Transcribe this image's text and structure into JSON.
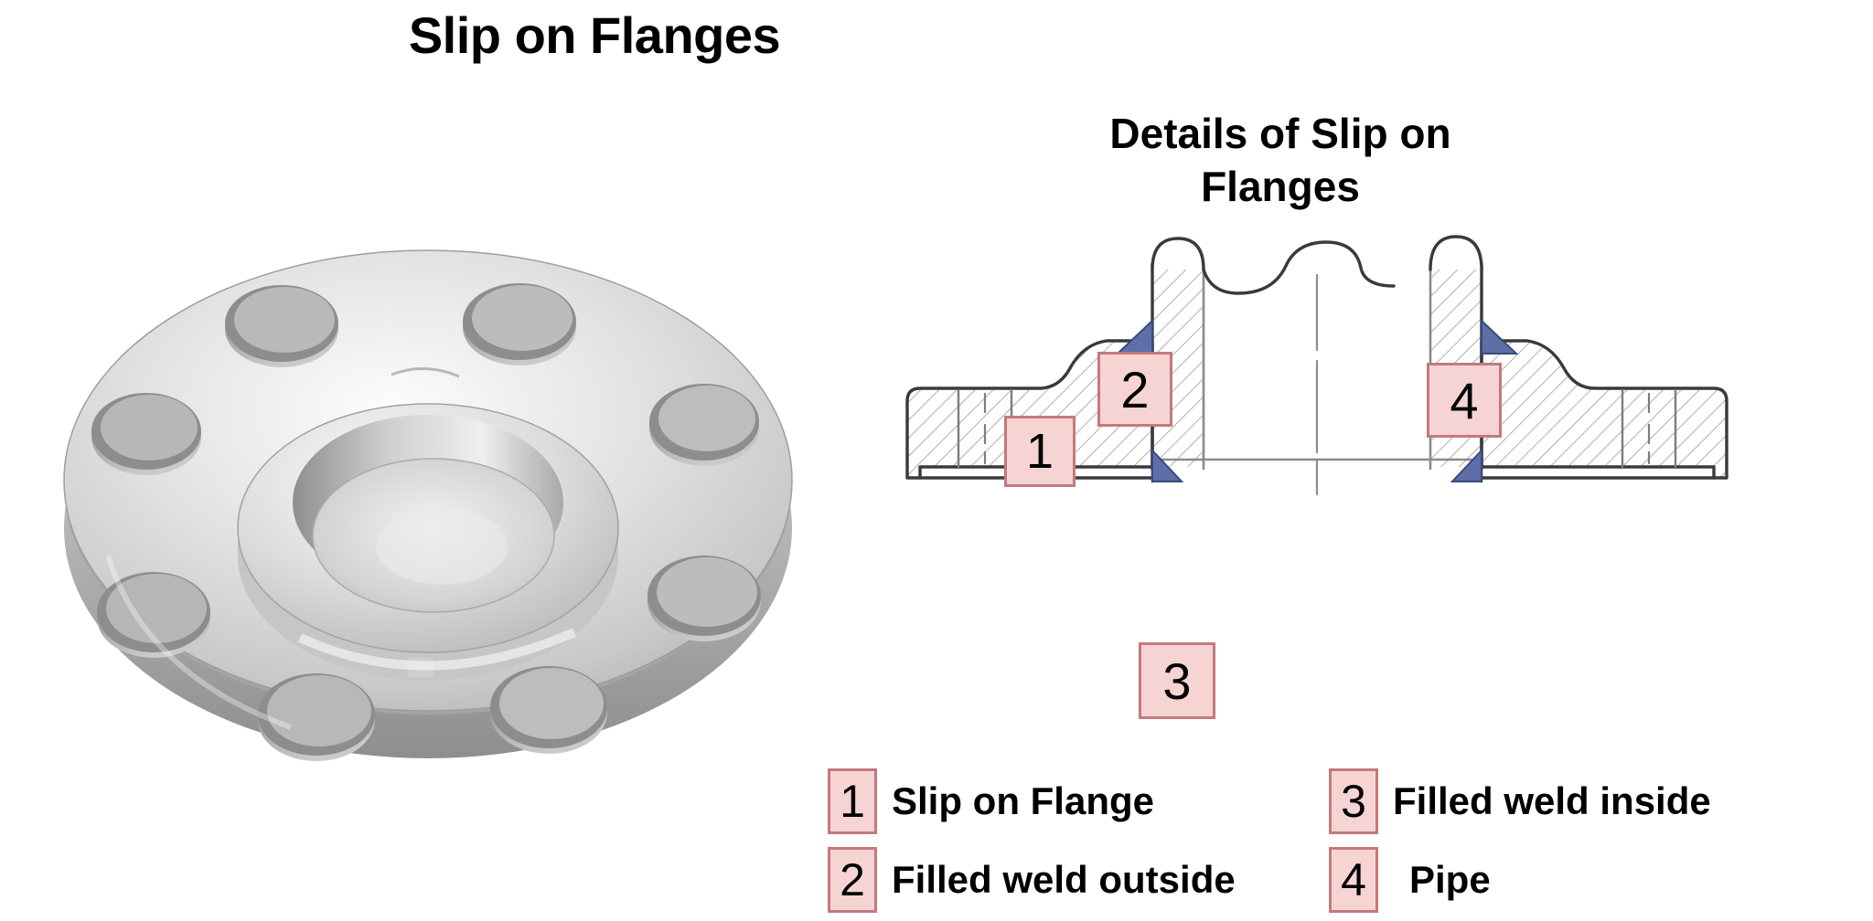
{
  "slide": {
    "main_title": "Slip on Flanges",
    "sub_title_line1": "Details of Slip on",
    "sub_title_line2": "Flanges"
  },
  "photo": {
    "alt_name": "slip-on-flange-photograph",
    "bolt_hole_count": 8,
    "material_appearance": "stainless steel"
  },
  "diagram": {
    "name": "slip-on-flange-cross-section",
    "callouts": [
      {
        "id": "1",
        "number": "1",
        "refers_to": "Slip on Flange"
      },
      {
        "id": "2",
        "number": "2",
        "refers_to": "Filled weld outside"
      },
      {
        "id": "3",
        "number": "3",
        "refers_to": "Filled weld inside"
      },
      {
        "id": "4",
        "number": "4",
        "refers_to": "Pipe"
      }
    ]
  },
  "legend": {
    "rows": [
      {
        "left_number": "1",
        "left_label": "Slip on Flange",
        "right_number": "3",
        "right_label": "Filled weld inside"
      },
      {
        "left_number": "2",
        "left_label": "Filled weld outside",
        "right_number": "4",
        "right_label": "Pipe"
      }
    ]
  },
  "colors": {
    "badge_fill": "#f6d4d4",
    "badge_border": "#c4797b",
    "weld_fill": "#5e6fa8",
    "line": "#3a3a3a",
    "hatch": "#9a9a9a",
    "background": "#ffffff"
  }
}
